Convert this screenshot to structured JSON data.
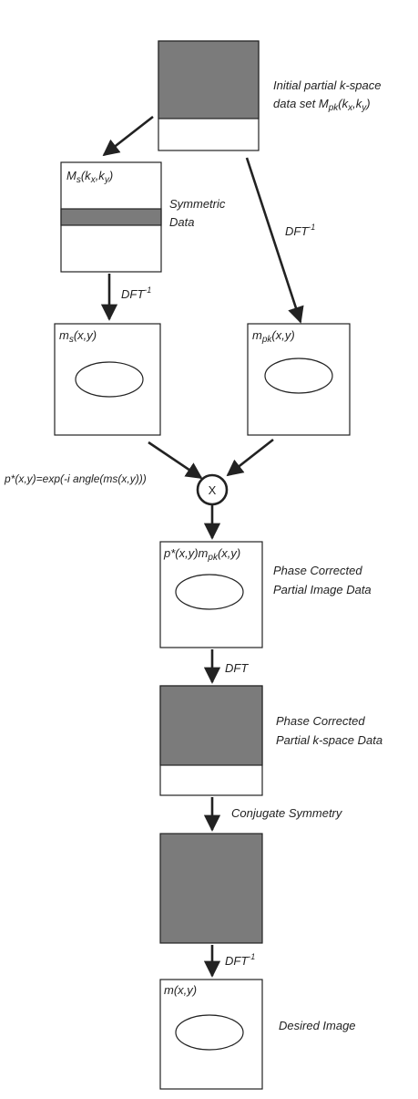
{
  "colors": {
    "fill_dark": "#7b7b7b",
    "stroke": "#222222",
    "background": "#ffffff"
  },
  "labels": {
    "initial_line1": "Initial partial k-space",
    "initial_line2_prefix": "data set M",
    "initial_line2_sub": "pk",
    "initial_line2_args": "(k",
    "initial_line2_subx": "x",
    "initial_line2_mid": ",k",
    "initial_line2_suby": "y",
    "initial_line2_end": ")",
    "symmetric_line1": "Symmetric",
    "symmetric_line2": "Data",
    "ms_k_M": "M",
    "ms_k_sub": "s",
    "ms_k_args1": "(k",
    "ms_k_subx": "x",
    "ms_k_args2": ",k",
    "ms_k_suby": "y",
    "ms_k_end": ")",
    "dft_inv_left": "DFT",
    "dft_inv_right": "DFT",
    "dft_inv_bottom": "DFT",
    "inv_sup": "-1",
    "ms_xy_m": "m",
    "ms_xy_sub": "s",
    "ms_xy_args": "(x,y)",
    "mpk_xy_m": "m",
    "mpk_xy_sub": "pk",
    "mpk_xy_args": "(x,y)",
    "phase_formula": "p*(x,y)=exp(-i angle(ms(x,y)))",
    "multiply_symbol": "X",
    "pc_image_label_pre": "p*(x,y)m",
    "pc_image_label_sub": "pk",
    "pc_image_label_args": "(x,y)",
    "pc_image_line1": "Phase Corrected",
    "pc_image_line2": "Partial Image Data",
    "dft": "DFT",
    "pc_k_line1": "Phase Corrected",
    "pc_k_line2": "Partial k-space Data",
    "conjugate_symmetry": "Conjugate Symmetry",
    "final_label": "m(x,y)",
    "desired_image": "Desired Image"
  }
}
